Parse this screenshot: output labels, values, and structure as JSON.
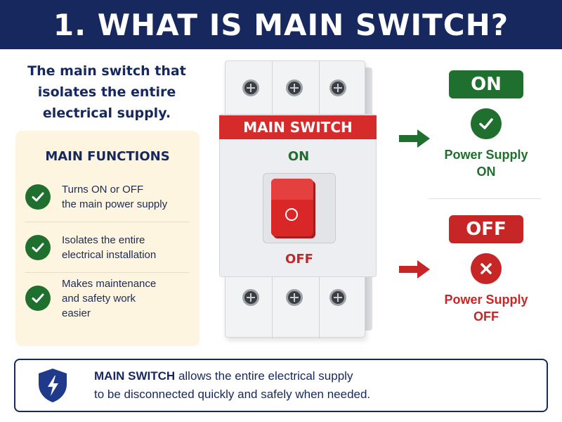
{
  "header": {
    "title": "1. WHAT IS MAIN SWITCH?"
  },
  "intro": {
    "lines": [
      "The main switch that",
      "isolates the entire",
      "electrical supply."
    ]
  },
  "functions": {
    "title": "MAIN FUNCTIONS",
    "items": [
      {
        "lines": [
          "Turns ON or OFF",
          "the main power supply"
        ]
      },
      {
        "lines": [
          "Isolates the entire",
          "electrical installation"
        ]
      },
      {
        "lines": [
          "Makes maintenance",
          "and safety work",
          "easier"
        ]
      }
    ]
  },
  "breaker": {
    "label": "MAIN SWITCH",
    "on_label": "ON",
    "off_label": "OFF"
  },
  "states": {
    "on": {
      "badge": "ON",
      "icon": "check-icon",
      "lines": [
        "Power Supply",
        "ON"
      ],
      "color": "#1f6f2e"
    },
    "off": {
      "badge": "OFF",
      "icon": "x-icon",
      "lines": [
        "Power Supply",
        "OFF"
      ],
      "color": "#c62626"
    }
  },
  "note": {
    "icon": "shield-lightning-icon",
    "strong": "MAIN SWITCH",
    "line1_rest": " allows the entire electrical supply",
    "line2": "to be disconnected quickly and safely when needed."
  },
  "colors": {
    "navy": "#16285e",
    "green": "#1f6f2e",
    "red": "#c62626",
    "panel": "#fdf5e0"
  }
}
